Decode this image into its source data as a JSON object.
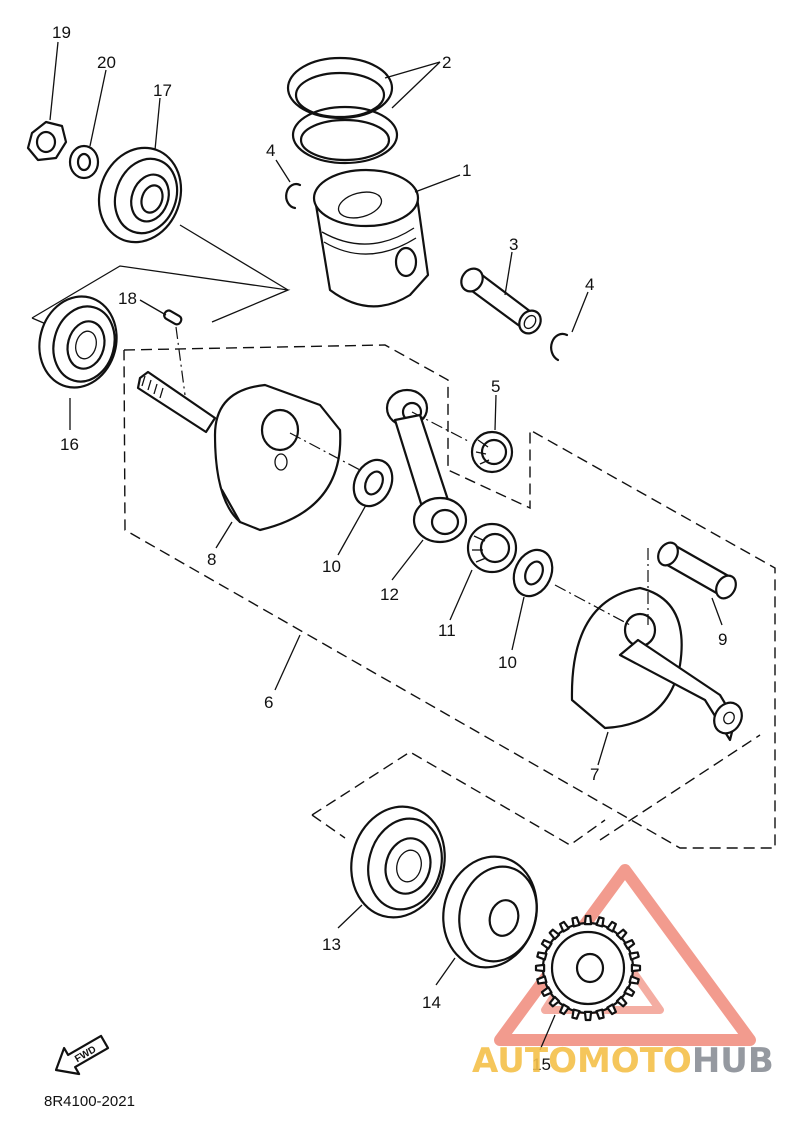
{
  "diagram": {
    "callouts": [
      {
        "id": "19",
        "label": "19"
      },
      {
        "id": "20",
        "label": "20"
      },
      {
        "id": "17",
        "label": "17"
      },
      {
        "id": "2",
        "label": "2"
      },
      {
        "id": "4a",
        "label": "4"
      },
      {
        "id": "1",
        "label": "1"
      },
      {
        "id": "3",
        "label": "3"
      },
      {
        "id": "4b",
        "label": "4"
      },
      {
        "id": "18",
        "label": "18"
      },
      {
        "id": "16",
        "label": "16"
      },
      {
        "id": "5",
        "label": "5"
      },
      {
        "id": "8",
        "label": "8"
      },
      {
        "id": "10a",
        "label": "10"
      },
      {
        "id": "12",
        "label": "12"
      },
      {
        "id": "11",
        "label": "11"
      },
      {
        "id": "9",
        "label": "9"
      },
      {
        "id": "10b",
        "label": "10"
      },
      {
        "id": "6",
        "label": "6"
      },
      {
        "id": "7",
        "label": "7"
      },
      {
        "id": "13",
        "label": "13"
      },
      {
        "id": "14",
        "label": "14"
      },
      {
        "id": "15",
        "label": "15"
      }
    ],
    "fwd_label": "FWD",
    "diagram_code": "8R4100-2021"
  },
  "watermark": {
    "text_part1": "AUTOMOTO",
    "text_part2": "HUB",
    "color_primary": "#f08a7a",
    "color_secondary": "#f5c04a",
    "color_dark": "#8a8f96"
  }
}
